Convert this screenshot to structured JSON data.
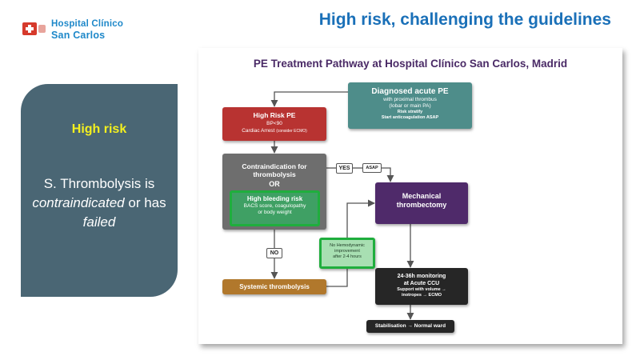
{
  "logo": {
    "line1": "Hospital Clínico",
    "line2": "San Carlos"
  },
  "page_title": "High risk, challenging the guidelines",
  "risk_card": {
    "heading": "High risk",
    "body_line1": "S. Thrombolysis is",
    "body_italic": "contraindicated",
    "body_mid": " or has ",
    "body_italic2": "failed"
  },
  "diagram": {
    "title": "PE Treatment Pathway at Hospital Clínico San Carlos, Madrid",
    "diagnosed": {
      "title": "Diagnosed acute PE",
      "line1": "with proximal thrombus",
      "line2": "(lobar or main PA)",
      "line3": "Risk stratify",
      "line4": "Start anticoagulation ASAP"
    },
    "high_risk": {
      "title": "High Risk PE",
      "line1": "BP<90",
      "line2": "Cardiac Arrest",
      "line2_note": "(consider ECMO)"
    },
    "contraindication": {
      "title_line1": "Contraindication for",
      "title_line2": "thrombolysis",
      "or": "OR"
    },
    "bleeding": {
      "title": "High bleeding risk",
      "line1": "BACS score, coagulopathy",
      "line2": "or body weight"
    },
    "systemic": "Systemic thrombolysis",
    "mechanical": {
      "line1": "Mechanical",
      "line2": "thrombectomy"
    },
    "no_hemodynamic": {
      "line1": "No Hemodynamic",
      "line2": "improvement",
      "line3": "after 2-4 hours"
    },
    "monitoring": {
      "line1": "24-36h monitoring",
      "line2": "at Acute CCU",
      "line3": "Support with volume  →",
      "line4": "inotropes  →  ECMO"
    },
    "stabilisation": "Stabilisation →  Normal ward",
    "labels": {
      "yes": "YES",
      "asap": "ASAP",
      "no": "NO"
    }
  },
  "colors": {
    "title_blue": "#1a70b8",
    "card_bg": "#4a6674",
    "card_heading": "#f4f01f",
    "diagnosed": "#4e8d8a",
    "high_risk": "#b83331",
    "contraindication": "#6e6e6e",
    "bleeding": "#3fa064",
    "systemic": "#b1782c",
    "mechanical": "#4f2a6a",
    "monitoring": "#262626",
    "highlight_green": "#1fae3d"
  }
}
